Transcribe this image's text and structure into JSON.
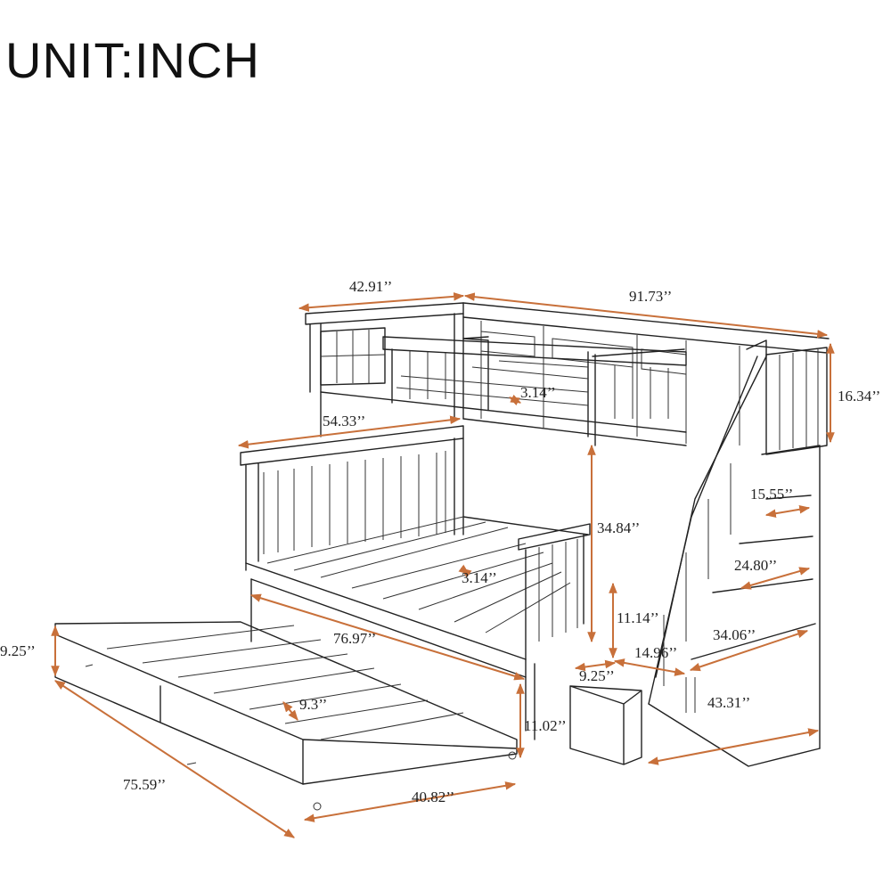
{
  "title": "UNIT:INCH",
  "accent_color": "#c8703a",
  "dimensions": {
    "top_width": "42.91’’",
    "total_length": "91.73’’",
    "guardrail_height": "16.34’’",
    "top_slat_gap": "3.14’’",
    "bottom_width": "54.33’’",
    "step_depth": "15.55’’",
    "clearance_height": "34.84’’",
    "bottom_slat_gap": "3.14’’",
    "step_2_width": "24.80’’",
    "bottom_length": "76.97’’",
    "step_height": "11.14’’",
    "step_3_width": "34.06’’",
    "step_4_width": "14.96’’",
    "trundle_height": "9.25’’",
    "step_unit_height": "9.25’’",
    "trundle_slat_gap": "9.3’’",
    "stair_length": "43.31’’",
    "floor_clearance": "11.02’’",
    "trundle_length": "75.59’’",
    "trundle_width": "40.82’’"
  }
}
